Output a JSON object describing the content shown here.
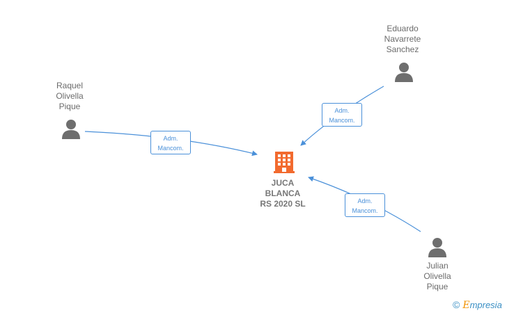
{
  "company": {
    "name_lines": [
      "JUCA",
      "BLANCA",
      "RS 2020  SL"
    ],
    "color": "#f26a2e"
  },
  "people": [
    {
      "id": "raquel",
      "name_lines": [
        "Raquel",
        "Olivella",
        "Pique"
      ],
      "icon": "person-icon"
    },
    {
      "id": "eduardo",
      "name_lines": [
        "Eduardo",
        "Navarrete",
        "Sanchez"
      ],
      "icon": "person-icon"
    },
    {
      "id": "julian",
      "name_lines": [
        "Julian",
        "Olivella",
        "Pique"
      ],
      "icon": "person-icon"
    }
  ],
  "relations": [
    {
      "from": "raquel",
      "label_lines": [
        "Adm.",
        "Mancom."
      ]
    },
    {
      "from": "eduardo",
      "label_lines": [
        "Adm.",
        "Mancom."
      ]
    },
    {
      "from": "julian",
      "label_lines": [
        "Adm.",
        "Mancom."
      ]
    }
  ],
  "colors": {
    "edge": "#4a90d9",
    "person": "#6e6e6e",
    "text": "#6b6b6b"
  },
  "brand": {
    "copyright": "©",
    "initial": "E",
    "name_rest": "mpresia"
  }
}
